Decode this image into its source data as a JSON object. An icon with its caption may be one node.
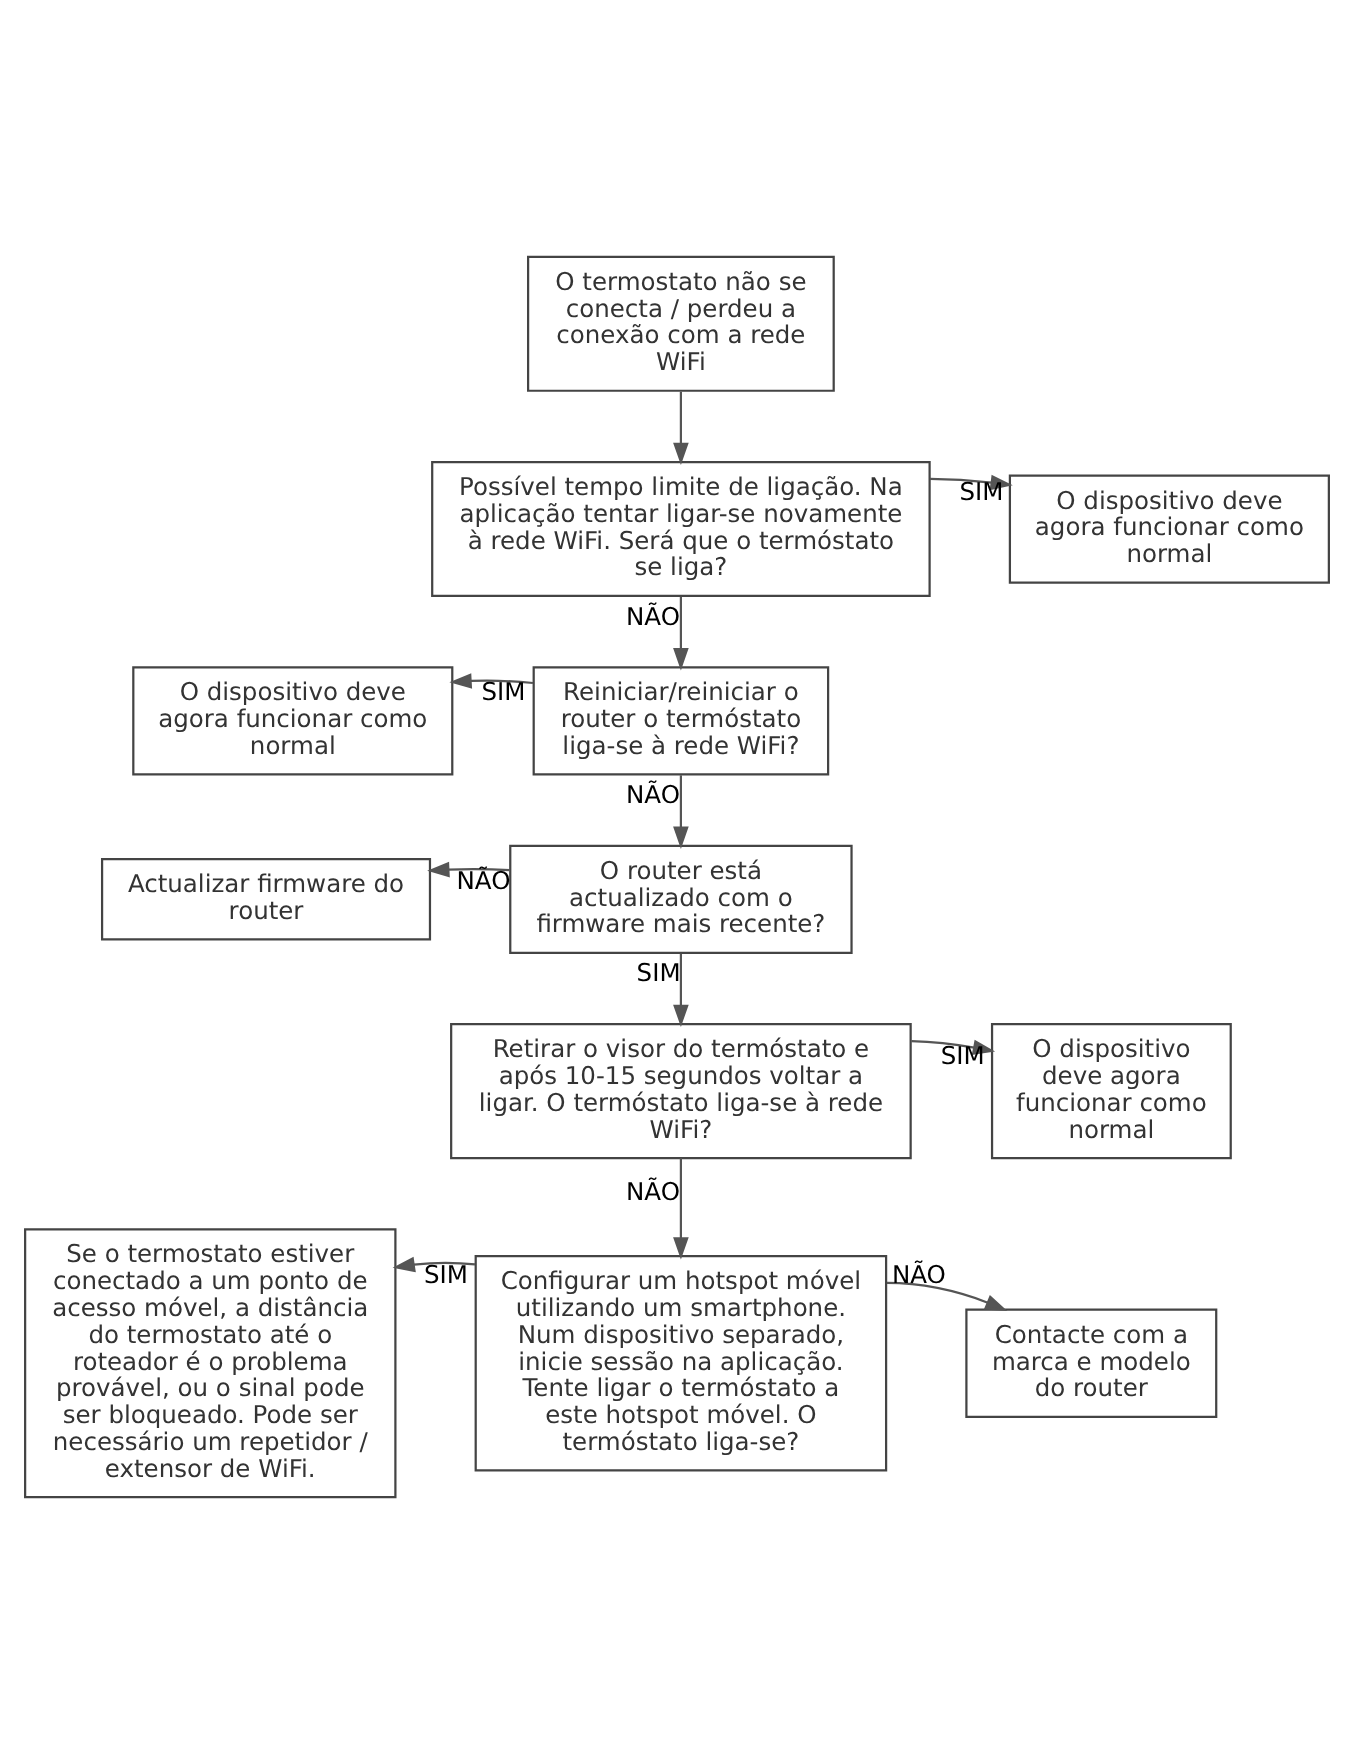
{
  "diagram": {
    "nodes": [
      {
        "text": [
          "O termostato não se conecta / perdeu a conexão com a rede WiFi"
        ]
      },
      {
        "text": [
          "Possível tempo limite de ligação. Na aplicação tentar ligar-se novamente à rede WiFi. Será que o termóstato se liga?"
        ]
      },
      {
        "text": [
          "O dispositivo deve agora funcionar como normal"
        ]
      },
      {
        "text": [
          "O dispositivo deve agora funcionar como normal"
        ]
      },
      {
        "text": [
          "Reiniciar/reiniciar o router o termóstato liga-se à rede WiFi?"
        ]
      },
      {
        "text": [
          "Actualizar firmware do router"
        ]
      },
      {
        "text": [
          "O router está actualizado com o firmware mais recente?"
        ]
      },
      {
        "text": [
          "Retirar o visor do termóstato e após 10-15 segundos voltar a ligar. O termóstato liga-se à rede WiFi?"
        ]
      },
      {
        "text": [
          "O dispositivo deve agora funcionar como normal"
        ]
      },
      {
        "text": [
          "Se o termostato estiver conectado a um ponto de acesso móvel, a distância do termostato até o roteador é o problema provável, ou o sinal pode ser bloqueado. Pode ser necessário um repetidor / extensor de WiFi."
        ]
      },
      {
        "text": [
          "Configurar um hotspot móvel utilizando um smartphone. Num dispositivo separado, inicie sessão na aplicação. Tente ligar o termóstato a este hotspot móvel. O termóstato liga-se?"
        ]
      },
      {
        "text": [
          "Contacte com a marca e modelo do router"
        ]
      }
    ],
    "edges": [
      {
        "from": 0,
        "to": 1,
        "arrow": "to"
      },
      {
        "from": 1,
        "to": 2,
        "arrow": "to",
        "label": "SIM"
      },
      {
        "from": 1,
        "to": 4,
        "arrow": "to",
        "label": "NÃO"
      },
      {
        "from": 4,
        "to": 3,
        "arrow": "to",
        "label": "SIM"
      },
      {
        "from": 4,
        "to": 6,
        "arrow": "to",
        "label": "NÃO"
      },
      {
        "from": 6,
        "to": 5,
        "arrow": "to",
        "label": "NÃO"
      },
      {
        "from": 6,
        "to": 7,
        "arrow": "to",
        "label": "SIM"
      },
      {
        "from": 7,
        "to": 8,
        "arrow": "to",
        "label": "SIM"
      },
      {
        "from": 7,
        "to": 10,
        "arrow": "to",
        "label": "NÃO"
      },
      {
        "from": 10,
        "to": 9,
        "arrow": "to",
        "label": "SIM"
      },
      {
        "from": 10,
        "to": 11,
        "arrow": "to",
        "label": "NÃO"
      }
    ]
  }
}
